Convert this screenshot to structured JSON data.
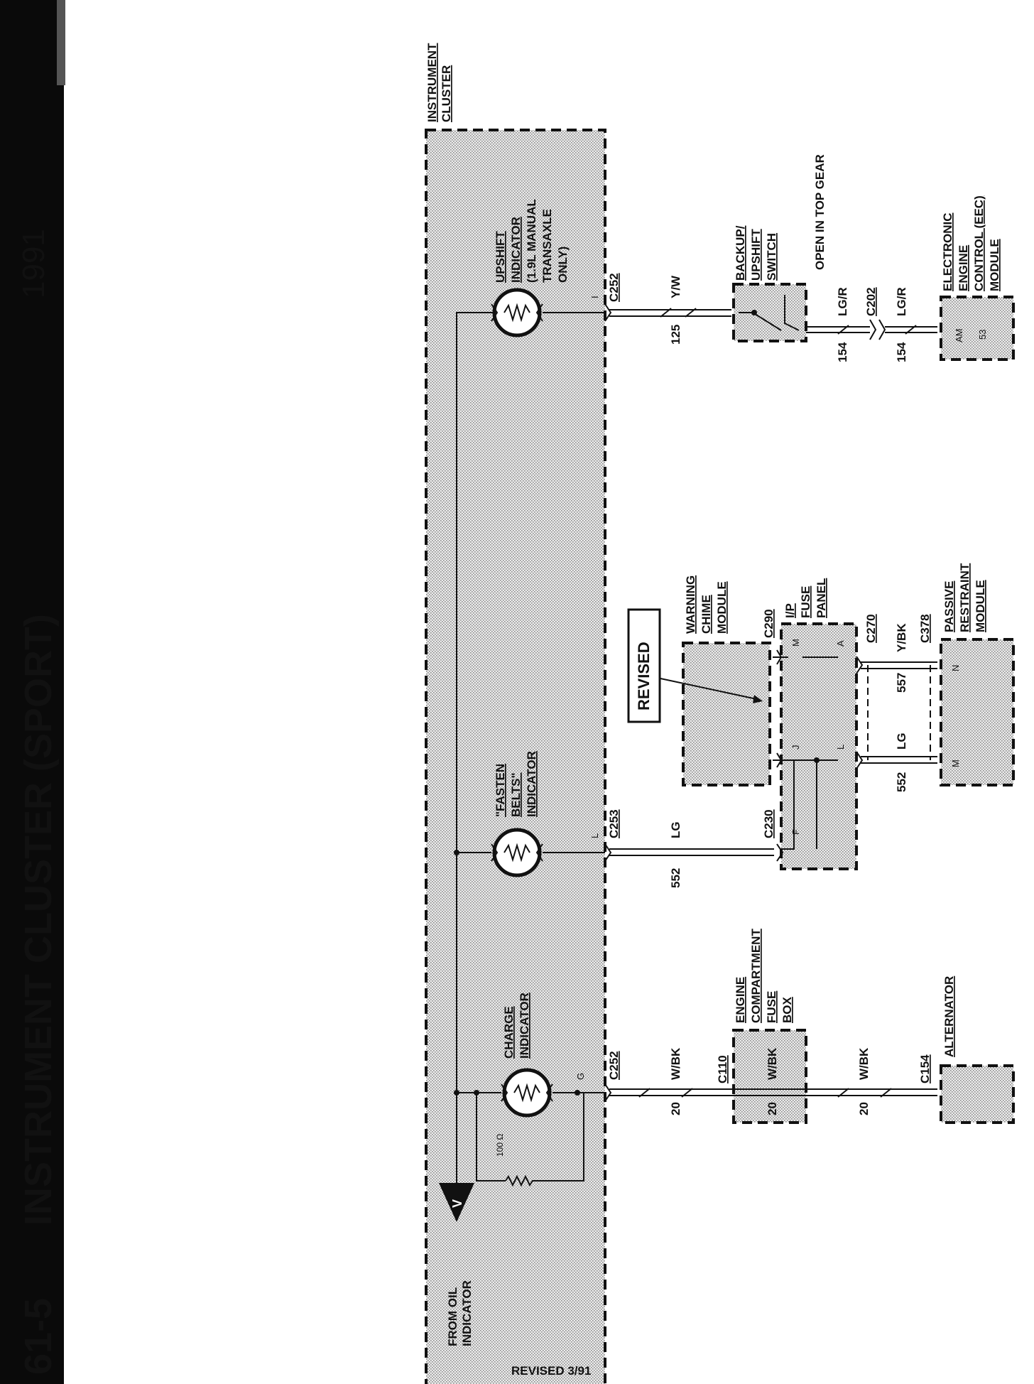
{
  "header": {
    "page_number": "61-5",
    "title": "INSTRUMENT CLUSTER (SPORT)",
    "year": "1991"
  },
  "footer": {
    "revised_note": "REVISED 3/91"
  },
  "instrument_cluster": {
    "label_line1": "INSTRUMENT",
    "label_line2": "CLUSTER",
    "oil_line1": "FROM OIL",
    "oil_line2": "INDICATOR",
    "resistor": "100 Ω",
    "triangle_letter": "V"
  },
  "indicators": {
    "upshift": {
      "l1": "UPSHIFT",
      "l2": "INDICATOR",
      "l3": "(1.9L MANUAL",
      "l4": "TRANSAXLE",
      "l5": "ONLY)",
      "pin": "I",
      "connector": "C252"
    },
    "fasten": {
      "l1": "\"FASTEN",
      "l2": "BELTS\"",
      "l3": "INDICATOR",
      "pin": "L",
      "connector": "C253"
    },
    "charge": {
      "l1": "CHARGE",
      "l2": "INDICATOR",
      "pin": "G",
      "connector": "C252"
    }
  },
  "wires": {
    "upshift": {
      "circuit": "125",
      "color": "Y/W"
    },
    "backup_out_1": {
      "circuit": "154",
      "color": "LG/R"
    },
    "backup_out_2": {
      "circuit": "154",
      "color": "LG/R"
    },
    "belts": {
      "circuit": "552",
      "color": "LG"
    },
    "fuse_to_restraint_a": {
      "circuit": "557",
      "color": "Y/BK"
    },
    "fuse_to_restraint_b": {
      "circuit": "552",
      "color": "LG"
    },
    "charge": {
      "circuit": "20",
      "color": "W/BK"
    },
    "charge_to_alt": {
      "circuit": "20",
      "color": "W/BK"
    }
  },
  "components": {
    "backup_switch": {
      "l1": "BACKUP/",
      "l2": "UPSHIFT",
      "l3": "SWITCH",
      "note": "OPEN IN TOP GEAR",
      "connector": "C202"
    },
    "eec": {
      "l1": "ELECTRONIC",
      "l2": "ENGINE",
      "l3": "CONTROL (EEC)",
      "l4": "MODULE",
      "pin_a": "AM",
      "pin_b": "53"
    },
    "chime": {
      "l1": "WARNING",
      "l2": "CHIME",
      "l3": "MODULE",
      "connector": "C290"
    },
    "fuse_panel": {
      "l1": "I/P",
      "l2": "FUSE",
      "l3": "PANEL",
      "pin_m": "M",
      "pin_a": "A",
      "pin_j": "J",
      "pin_l": "L",
      "pin_f": "F",
      "connector_in": "C230",
      "connector_out": "C270"
    },
    "restraint": {
      "l1": "PASSIVE",
      "l2": "RESTRAINT",
      "l3": "MODULE",
      "pin_n": "N",
      "pin_m": "M",
      "connector": "C378"
    },
    "engine_fuse_box": {
      "l1": "ENGINE",
      "l2": "COMPARTMENT",
      "l3": "FUSE",
      "l4": "BOX",
      "color": "W/BK",
      "circuit": "20",
      "connector": "C110"
    },
    "alternator": {
      "l1": "ALTERNATOR",
      "connector": "C154"
    }
  },
  "revised_callout": "REVISED"
}
